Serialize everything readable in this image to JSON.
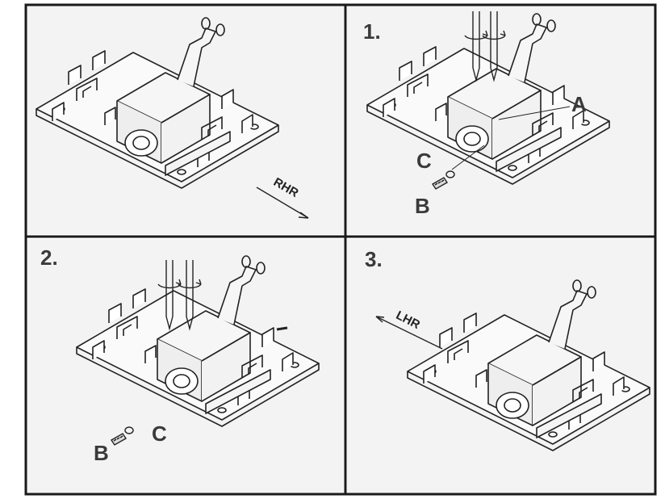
{
  "panels": [
    {
      "number": "",
      "direction_label": "RHR"
    },
    {
      "number": "1.",
      "callouts": [
        "A",
        "C",
        "B"
      ]
    },
    {
      "number": "2.",
      "callouts": [
        "B",
        "C"
      ]
    },
    {
      "number": "3.",
      "direction_label": "LHR"
    }
  ],
  "colors": {
    "line": "#222222",
    "panel_bg": "#f3f3f3",
    "border": "#1a1a1a"
  }
}
